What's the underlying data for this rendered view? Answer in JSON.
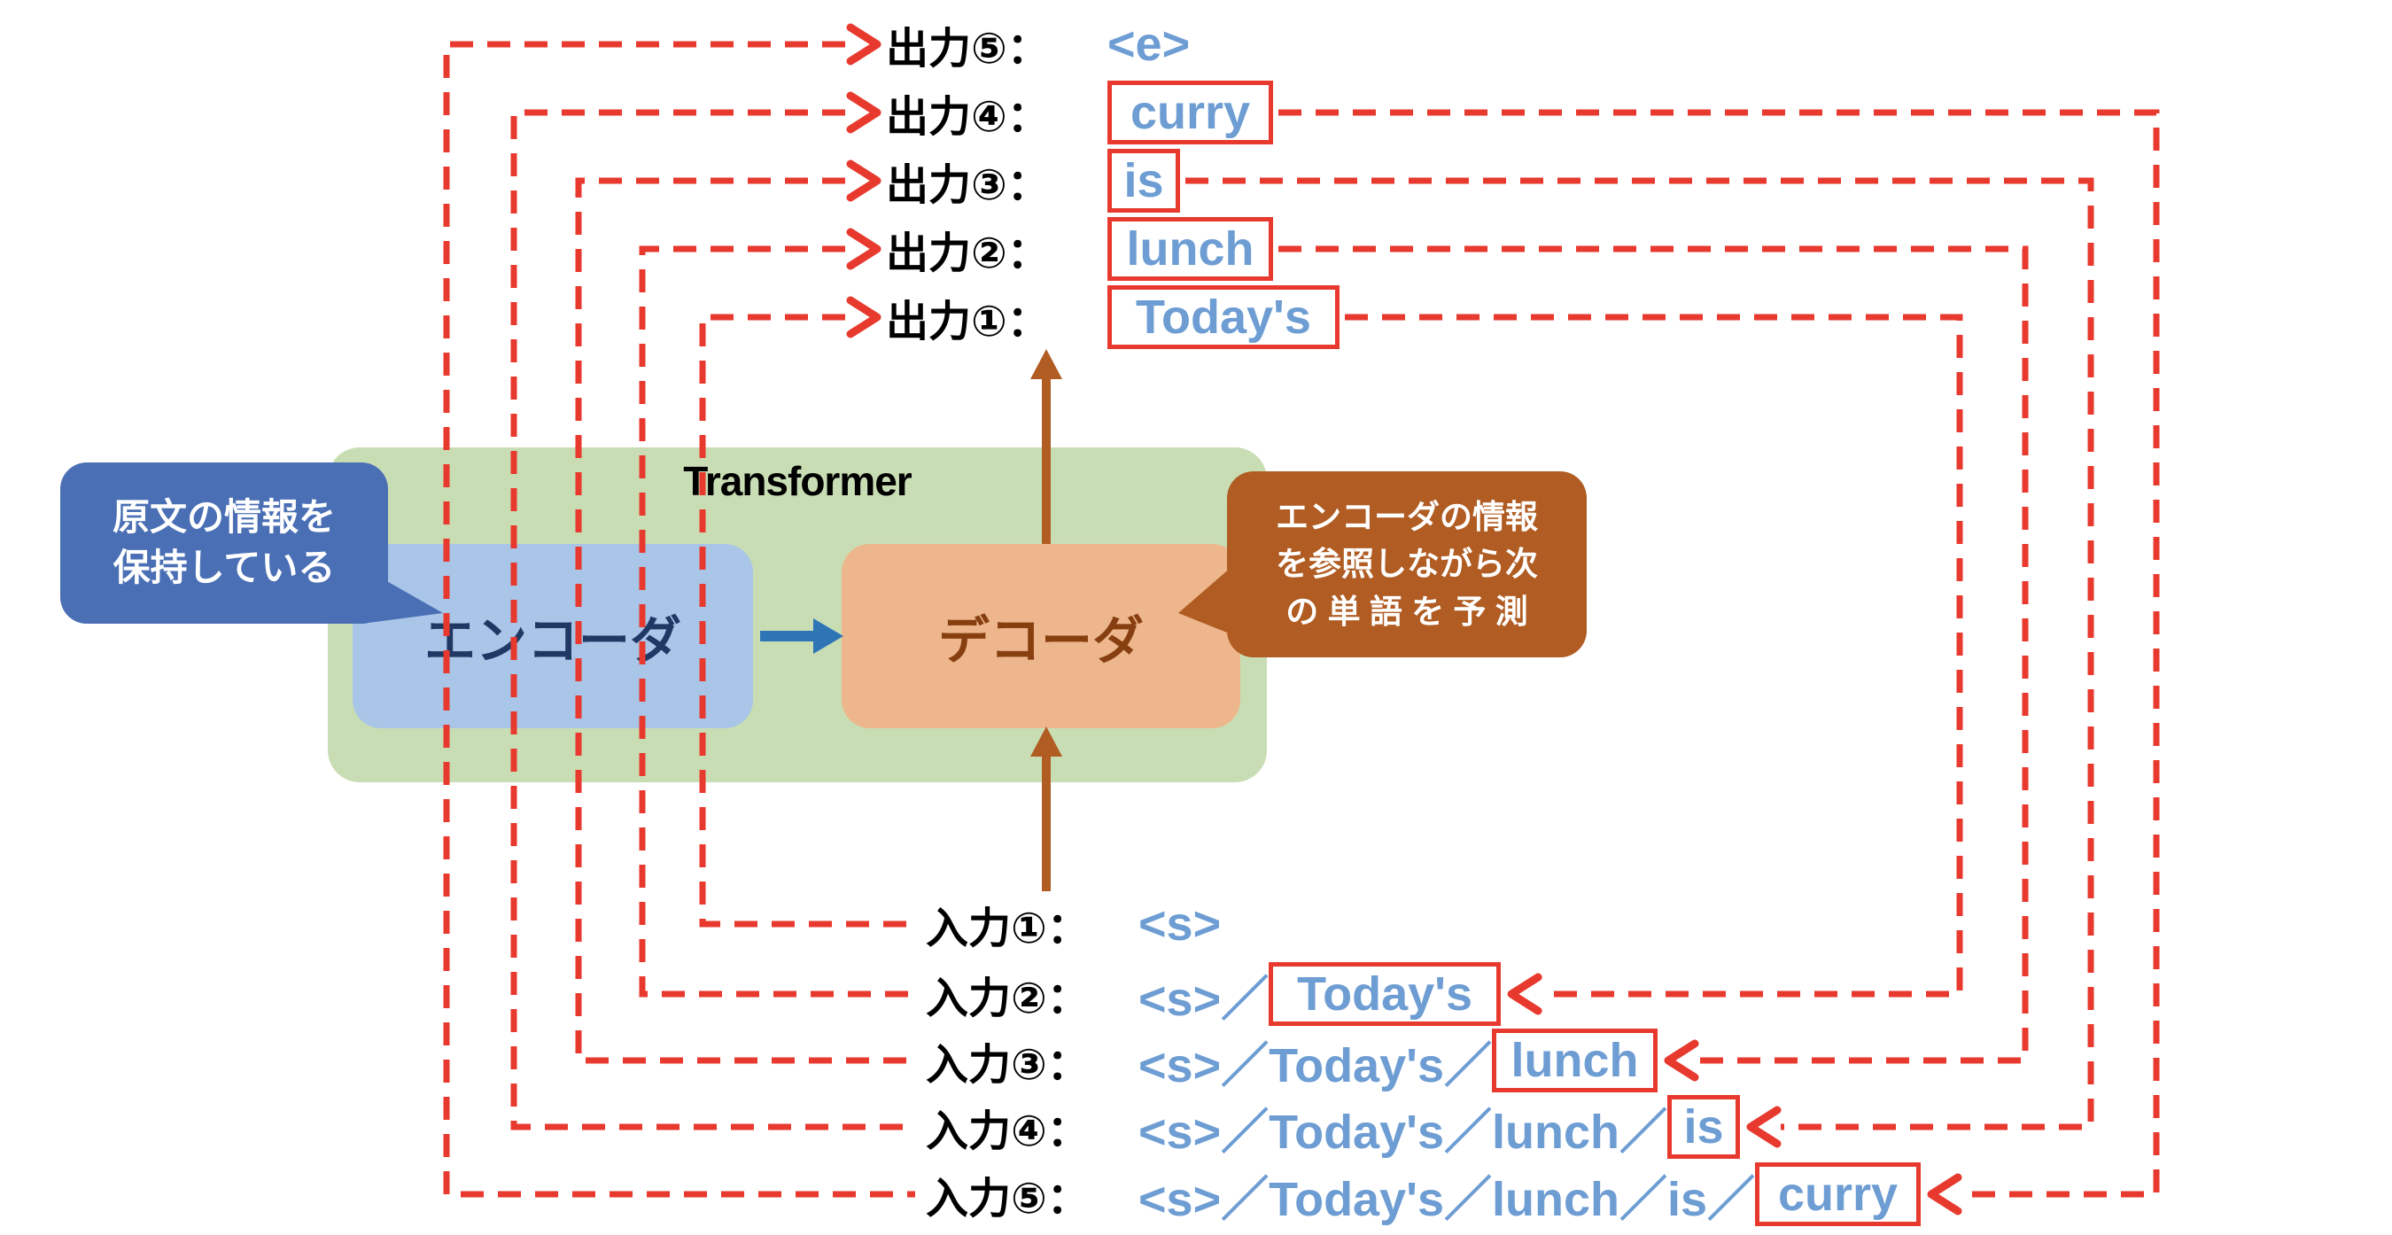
{
  "diagram": {
    "title": "Transformer",
    "encoder_label": "エンコーダ",
    "decoder_label": "デコーダ",
    "encoder_note": "原文の情報を\n保持している",
    "decoder_note": "エンコーダの情報\nを参照しながら次\nの 単 語 を 予 測"
  },
  "outputs": [
    {
      "label": "出力⑤：",
      "word": "<e>",
      "boxed": false
    },
    {
      "label": "出力④：",
      "word": "curry",
      "boxed": true
    },
    {
      "label": "出力③：",
      "word": "is",
      "boxed": true
    },
    {
      "label": "出力②：",
      "word": "lunch",
      "boxed": true
    },
    {
      "label": "出力①：",
      "word": "Today's",
      "boxed": true
    }
  ],
  "inputs": [
    {
      "label": "入力①：",
      "prefix": "<s>",
      "boxed_word": ""
    },
    {
      "label": "入力②：",
      "prefix": "<s>／",
      "boxed_word": "Today's"
    },
    {
      "label": "入力③：",
      "prefix": "<s>／Today's／",
      "boxed_word": "lunch"
    },
    {
      "label": "入力④：",
      "prefix": "<s>／Today's／lunch／",
      "boxed_word": "is"
    },
    {
      "label": "入力⑤：",
      "prefix": "<s>／Today's／lunch／is／",
      "boxed_word": "curry"
    }
  ],
  "colors": {
    "red_dashed": "#e8392e",
    "word_blue": "#6d9dd3",
    "label_black": "#000000",
    "transformer_green": "#c9ddb4",
    "encoder_fill": "#a9c5e8",
    "encoder_text": "#203864",
    "decoder_fill": "#edb68c",
    "decoder_text": "#873f10",
    "encoder_bubble": "#4a6fb5",
    "decoder_bubble": "#b05c22",
    "arrow_blue": "#2e75b6",
    "arrow_brown": "#b05c22"
  }
}
